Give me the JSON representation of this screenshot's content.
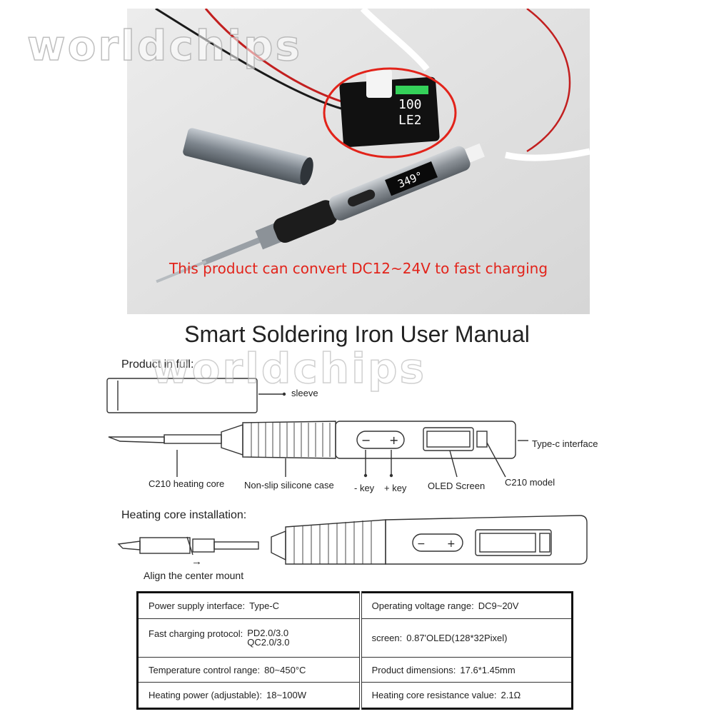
{
  "watermark": "worldchips",
  "photo": {
    "caption": "This product can convert DC12~24V to fast charging",
    "iron_display": "349°",
    "module_display_lines": [
      "100",
      "LE2"
    ]
  },
  "manual": {
    "title": "Smart Soldering Iron User Manual",
    "product_section": "Product in full:",
    "labels": {
      "sleeve": "sleeve",
      "type_c": "Type-c interface",
      "heating_core": "C210 heating core",
      "silicone_case": "Non-slip silicone case",
      "minus_key": "- key",
      "plus_key": "+ key",
      "oled": "OLED Screen",
      "model": "C210 model",
      "minus_symbol": "−",
      "plus_symbol": "+"
    },
    "install_section": "Heating core installation:",
    "align_label": "Align the center mount",
    "align_arrow": "→"
  },
  "specs": [
    [
      {
        "label": "Power supply interface:",
        "value": "Type-C"
      },
      {
        "label": "Operating voltage range:",
        "value": "DC9~20V"
      }
    ],
    [
      {
        "label": "Fast charging protocol:",
        "value_lines": [
          "PD2.0/3.0",
          "QC2.0/3.0"
        ]
      },
      {
        "label": "screen:",
        "value": "0.87'OLED(128*32Pixel)"
      }
    ],
    [
      {
        "label": "Temperature control range:",
        "value": "80~450°C"
      },
      {
        "label": "Product dimensions:",
        "value": "17.6*1.45mm"
      }
    ],
    [
      {
        "label": "Heating power (adjustable):",
        "value": "18~100W"
      },
      {
        "label": "Heating core resistance value:",
        "value": "2.1Ω"
      }
    ]
  ]
}
